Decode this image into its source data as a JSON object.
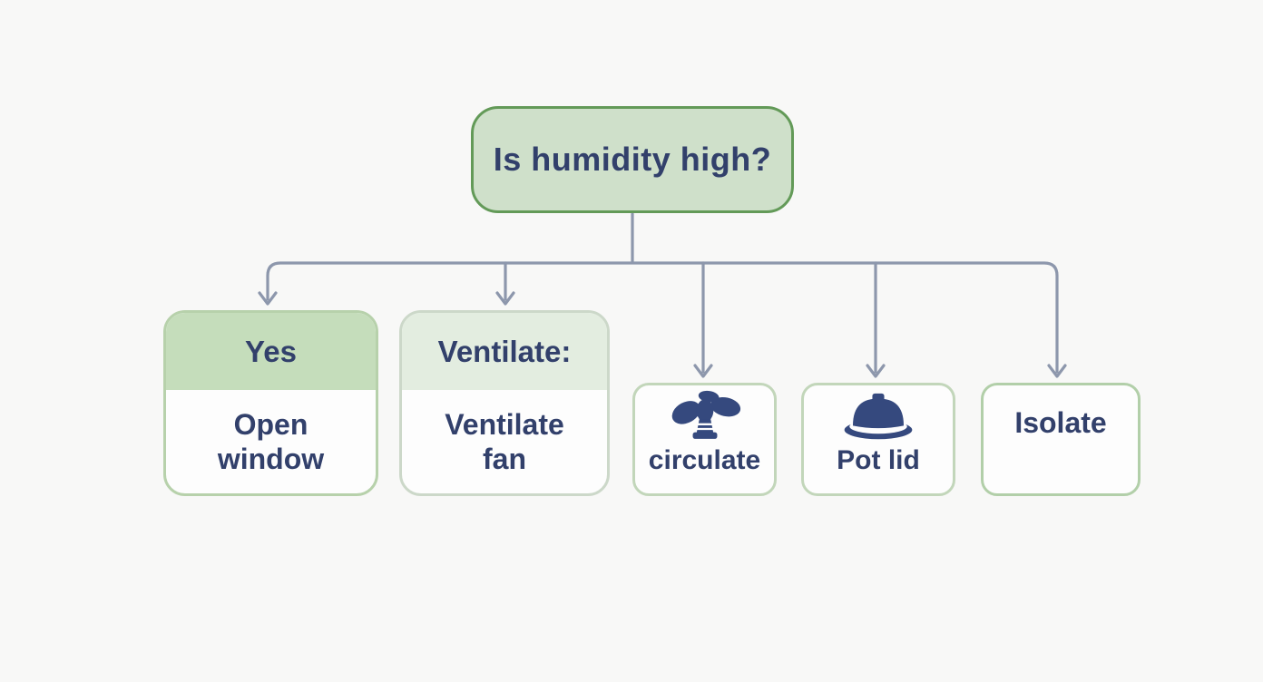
{
  "diagram": {
    "root": {
      "label": "Is humidity high?"
    },
    "branches": [
      {
        "header": "Yes",
        "body": "Open window"
      },
      {
        "header": "Ventilate:",
        "body": "Ventilate fan"
      },
      {
        "icon": "fan-icon",
        "label": "circulate"
      },
      {
        "icon": "pot-lid-icon",
        "label": "Pot lid"
      },
      {
        "label": "Isolate"
      }
    ],
    "colors": {
      "background": "#f8f8f7",
      "root_fill": "#cfe0ca",
      "root_border": "#639a58",
      "yes_header_fill": "#c5ddbb",
      "yes_border": "#b7d1ab",
      "ventilate_header_fill": "#e3ede0",
      "ventilate_border": "#ccd8c9",
      "leaf_border": "#c2d6ba",
      "isolate_border": "#b2cfa9",
      "connector": "#8d97ac",
      "text": "#32406b",
      "icon": "#35497e"
    }
  }
}
